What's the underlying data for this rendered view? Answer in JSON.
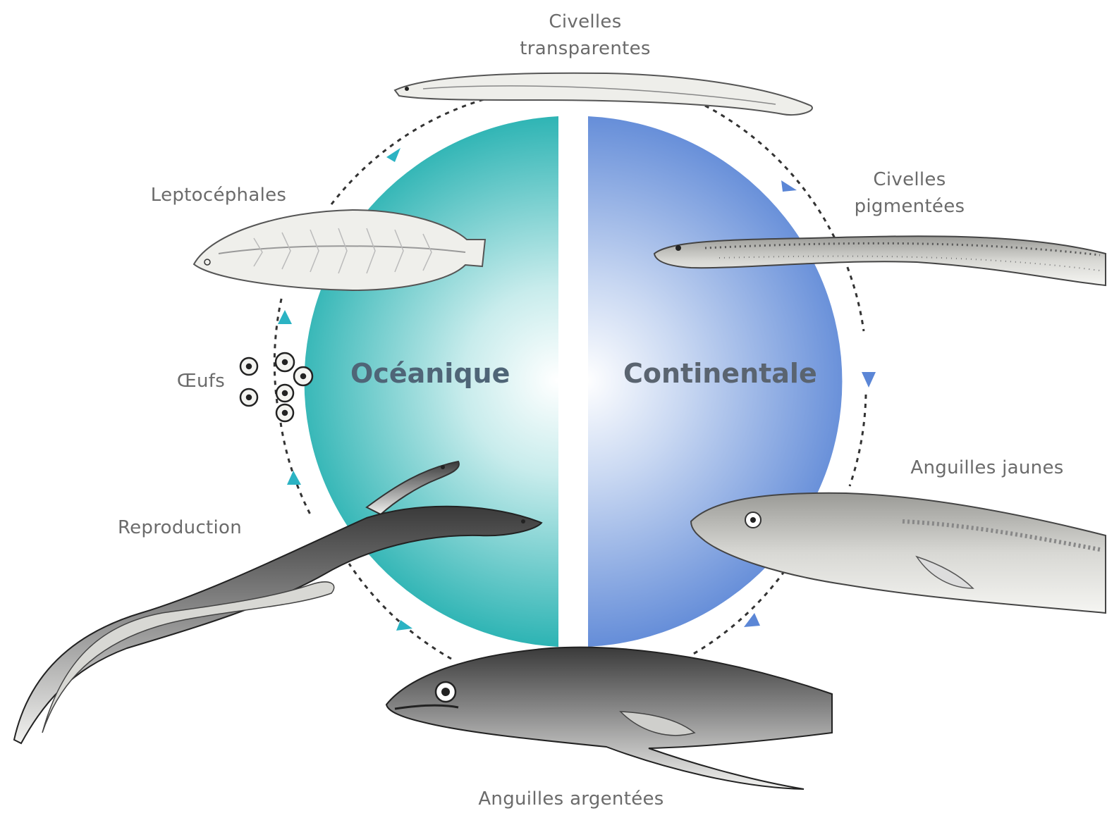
{
  "diagram": {
    "halves": {
      "oceanic": {
        "title": "Océanique",
        "color": "#2bb3b3"
      },
      "continental": {
        "title": "Continentale",
        "color": "#5b86d6"
      }
    },
    "stages": {
      "civelles_transparentes": {
        "line1": "Civelles",
        "line2": "transparentes"
      },
      "civelles_pigmentees": {
        "line1": "Civelles",
        "line2": "pigmentées"
      },
      "leptocephales": "Leptocéphales",
      "oeufs": "Œufs",
      "reproduction": "Reproduction",
      "anguilles_jaunes": "Anguilles jaunes",
      "anguilles_argentees": "Anguilles argentées"
    },
    "arrow_color_oceanic": "#2bb3c3",
    "arrow_color_continental": "#5b86d6",
    "icons": [
      "glass-eel-illustration",
      "pigmented-eel-illustration",
      "leptocephalus-larva-illustration",
      "egg-icon",
      "mating-eels-illustration",
      "yellow-eel-illustration",
      "silver-eel-illustration",
      "cycle-arrow-icon"
    ]
  }
}
